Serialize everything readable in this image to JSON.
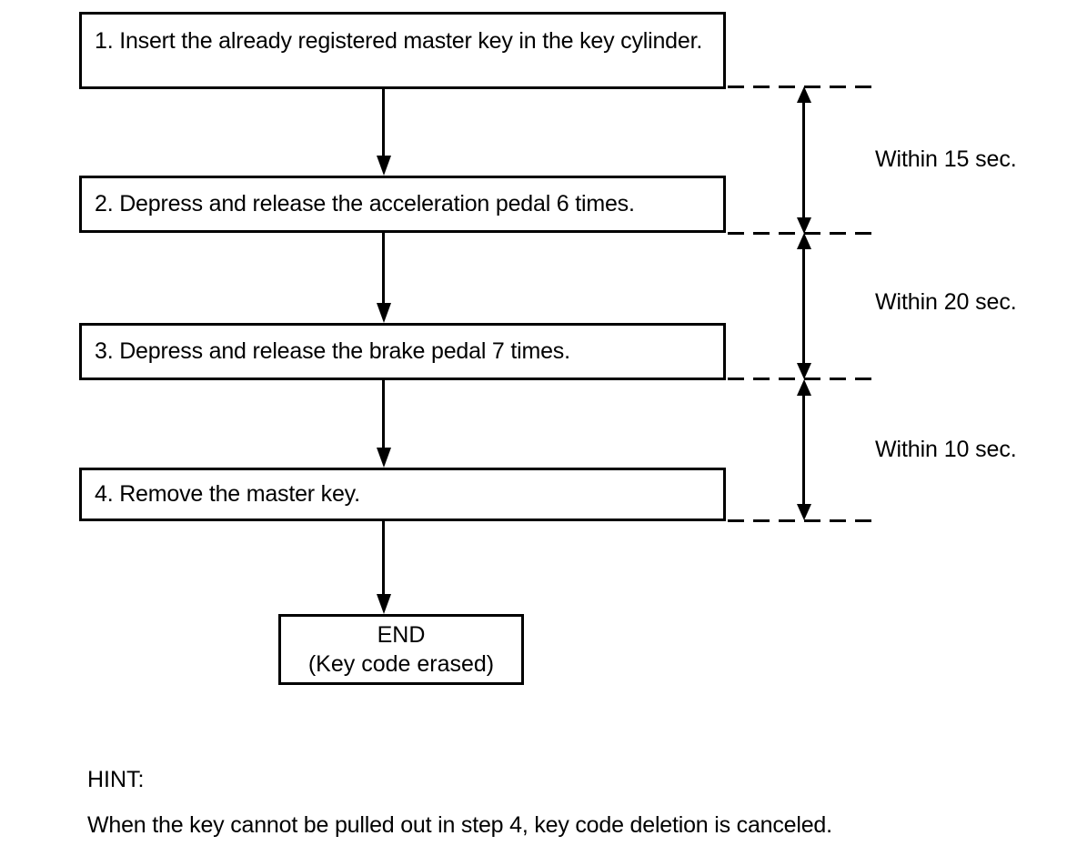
{
  "diagram": {
    "title": "Key code erasure procedure flowchart",
    "steps": [
      {
        "id": "step-1",
        "number": "1.",
        "text": "1. Insert the already registered master key in the key cylinder."
      },
      {
        "id": "step-2",
        "number": "2.",
        "text": "2. Depress and release the acceleration pedal 6 times."
      },
      {
        "id": "step-3",
        "number": "3.",
        "text": "3. Depress and release the brake pedal 7 times."
      },
      {
        "id": "step-4",
        "number": "4.",
        "text": "4. Remove the master key."
      }
    ],
    "terminator": {
      "line1": "END",
      "line2": "(Key code erased)"
    },
    "timing_constraints": [
      {
        "label": "Within 15 sec.",
        "from_step": "1",
        "to_step": "2",
        "seconds": 15
      },
      {
        "label": "Within 20 sec.",
        "from_step": "2",
        "to_step": "3",
        "seconds": 20
      },
      {
        "label": "Within 10 sec.",
        "from_step": "3",
        "to_step": "4",
        "seconds": 10
      }
    ],
    "hint": {
      "title": "HINT:",
      "body": "When the key cannot be pulled out in step 4, key code deletion is canceled."
    },
    "colors": {
      "ink": "#000000",
      "paper": "#ffffff"
    }
  }
}
